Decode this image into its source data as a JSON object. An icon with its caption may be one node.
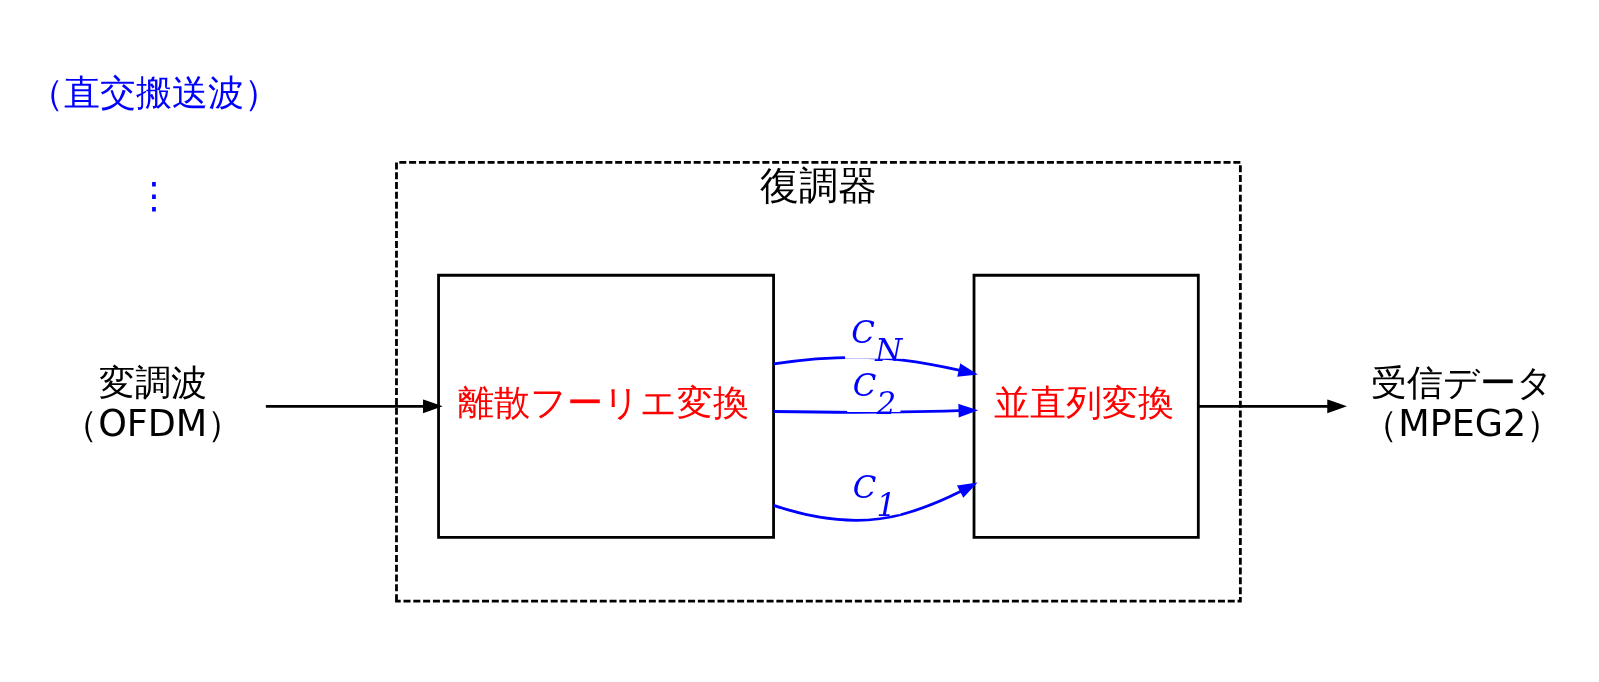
{
  "diagram": {
    "nodes": [
      {
        "text": [
          "復調器"
        ]
      },
      {
        "text": [
          "離散フーリエ変換"
        ],
        "in": 0
      },
      {
        "text": [
          "並直列変換"
        ],
        "in": 0
      },
      {
        "text": [
          "変調波",
          "（OFDM）"
        ]
      },
      {
        "text": [
          "受信データ",
          "（MPEG2）"
        ]
      }
    ],
    "edges": [
      {
        "from": 3,
        "to": 1,
        "arrow": "to",
        "color": "#000000"
      },
      {
        "from": 1,
        "to": 2,
        "arrow": "to",
        "label": "C$_{1}$",
        "color": "#0000ff"
      },
      {
        "from": 1,
        "to": 2,
        "arrow": "to",
        "label": "C$_{2}$",
        "color": "#0000ff"
      },
      {
        "from": 1,
        "to": 2,
        "arrow": "to",
        "label": "C$_{N}$",
        "color": "#0000ff"
      },
      {
        "from": 2,
        "to": 4,
        "arrow": "to",
        "color": "#000000"
      }
    ],
    "labels": [
      "⋮",
      "（直交搬送波）"
    ]
  }
}
